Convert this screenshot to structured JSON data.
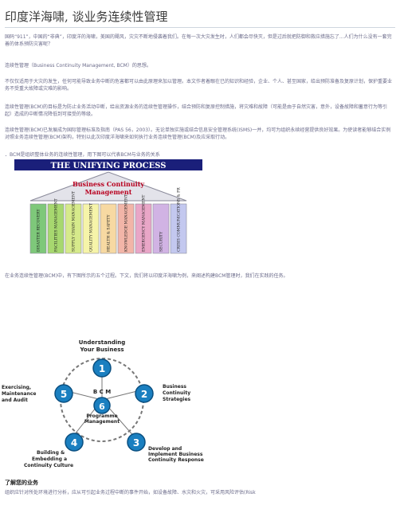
{
  "title": "印度洋海啸, 谈业务连续性管理",
  "paragraphs": [
    "国码“911”，中国的“非典”，印度洋的海啸，美国的飓风，灾灾不断地侵袭着我们。在每一次大灾发生时，人们都会尽快灭，但是过后就把防御和救应措施忘了...人们为什么没有一套完善的体系预防灾害呢？",
    "连续性管理（Business Continuity Management, BCM）的思想。",
    "不仅仅适用于大灾的发生，任何可能导致业务中断的危害都可以由此原理来加以管理。本文作者着眼在已的知识和经验，企业、个人、甚至国家，给出预防准备及复原计划，保护重要业务不受重大故障或灾难的影响。",
    "连续性管理(BCM)的目标是为防止业务活动中断，给出资源业务的连续性管理操作，结合预防和复原控制措施，将灾难和故障（可能是由于自然灾害，意外，设备故障和蓄意行为等引起）造成的中断情况降低到可接受的等级。",
    "连续性管理(BCM)已发展成为国际管理标准及指南（PAS 56，2003）。无论单独实施或结合信息安全管理系统(ISMS)一并，均可为组织永续经营提供良好效果。为使读者能够结合实例对照业务连续性管理(BCM)架构，特别以此次印度洋海啸来如何执行业务连续性管理(BCM)及应采取行动。",
    "．BCM是组织整体业务的连续性管理，用下图可以代表BCM与业务的关系"
  ],
  "diagram1": {
    "banner": "THE UNIFYING PROCESS",
    "center_label": "Business Continuity Management",
    "pillars": [
      {
        "label": "DISASTER RECOVERY",
        "color": "#7ec87a"
      },
      {
        "label": "FACILITIES MANAGEMENT",
        "color": "#a7d86f"
      },
      {
        "label": "SUPPLY CHAIN MANAGEMENT",
        "color": "#d6ea8b"
      },
      {
        "label": "QUALITY MANAGEMENT",
        "color": "#f6f4a9"
      },
      {
        "label": "HEALTH & SAFETY",
        "color": "#f7d9a2"
      },
      {
        "label": "KNOWLEDGE MANAGEMENT",
        "color": "#f2b5a8"
      },
      {
        "label": "EMERGENCY MANAGEMENT",
        "color": "#e9a6c7"
      },
      {
        "label": "SECURITY",
        "color": "#d1b3e4"
      },
      {
        "label": "CRISIS COMMUNICATIONS & PR",
        "color": "#c3c8ef"
      }
    ]
  },
  "para_after_d1": "在业务连续性管理(BCM)中，有下图所示的五个过程。下文，我们将以印度洋海啸为例，来阐述构建BCM管理时，我们在实践的任务。",
  "diagram2": {
    "center_line1": "B C M",
    "center_line2": "Programme",
    "center_line3": "Management",
    "nodes": [
      {
        "num": "1",
        "label": "Understanding Your Business"
      },
      {
        "num": "2",
        "label": "Business Continuity Strategies"
      },
      {
        "num": "3",
        "label": "Develop and Implement Business Continuity Response"
      },
      {
        "num": "4",
        "label": "Building & Embedding a Continuity Culture"
      },
      {
        "num": "5",
        "label": "Exercising, Maintenance and Audit"
      },
      {
        "num": "6",
        "label": ""
      }
    ]
  },
  "section_heading": "了解您的业务",
  "last_para": "组织应针对所处环境进行分析，应从可引起业务过程中断的事件开始，如设备故障、水灾和火灾，可采用风险评估(Risk"
}
